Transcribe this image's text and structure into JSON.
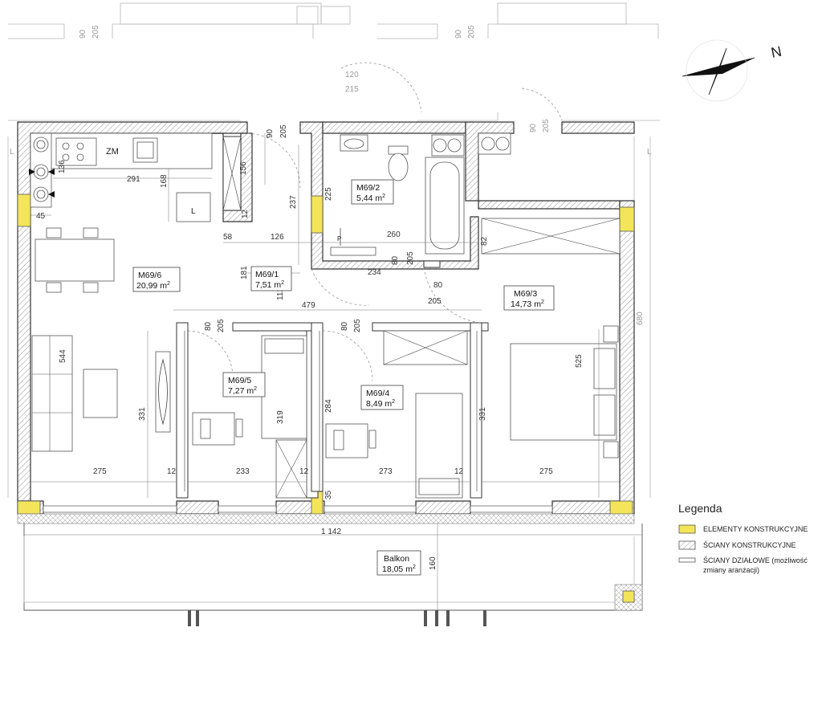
{
  "compass": {
    "north_label": "N"
  },
  "rooms": {
    "m69_6": {
      "name": "M69/6",
      "area": "20,99 m",
      "sup": "2"
    },
    "m69_1": {
      "name": "M69/1",
      "area": "7,51 m",
      "sup": "2"
    },
    "m69_2": {
      "name": "M69/2",
      "area": "5,44 m",
      "sup": "2"
    },
    "m69_3": {
      "name": "M69/3",
      "area": "14,73 m",
      "sup": "2"
    },
    "m69_4": {
      "name": "M69/4",
      "area": "8,49 m",
      "sup": "2"
    },
    "m69_5": {
      "name": "M69/5",
      "area": "7,27 m",
      "sup": "2"
    },
    "balkon": {
      "name": "Balkon",
      "area": "18,05 m",
      "sup": "2"
    }
  },
  "kitchen": {
    "zm_label": "ZM",
    "l_label": "L"
  },
  "dimensions": {
    "d136": "136",
    "d291": "291",
    "d168": "168",
    "d156": "156",
    "d12a": "12",
    "d45": "45",
    "d58": "58",
    "d126": "126",
    "d237": "237",
    "d225": "225",
    "d260": "260",
    "d82": "82",
    "d80a": "80",
    "d205a": "205",
    "d234": "234",
    "d181": "181",
    "d112": "112",
    "d80b": "80",
    "d205b": "205",
    "d479": "479",
    "d80c": "80",
    "d205c": "205",
    "d80d": "80",
    "d205d": "205",
    "d544": "544",
    "d331a": "331",
    "d319": "319",
    "d284": "284",
    "d331b": "331",
    "d525": "525",
    "d275a": "275",
    "d12b": "12",
    "d233": "233",
    "d12c": "12",
    "d273": "273",
    "d12d": "12",
    "d275b": "275",
    "d35": "35",
    "d1142": "1 142",
    "d160": "160",
    "d90top": "90",
    "d205top": "205"
  },
  "ghost_labels": {
    "g90a": "90",
    "g205a": "205",
    "g90b": "90",
    "g205b": "205",
    "g120": "120",
    "g215": "215",
    "g90c": "90",
    "g205c": "205",
    "g680": "680",
    "gL1": "L",
    "gL2": "L"
  },
  "legend": {
    "title": "Legenda",
    "items": [
      {
        "label": "ELEMENTY KONSTRUKCYJNE"
      },
      {
        "label": "ŚCIANY KONSTRUKCYJNE"
      },
      {
        "label": "ŚCIANY DZIAŁOWE (możliwość",
        "label2": "zmiany aranżacji)"
      }
    ]
  },
  "colors": {
    "structural": "#f3e45a",
    "hatch": "#777777",
    "wall": "#333333"
  }
}
